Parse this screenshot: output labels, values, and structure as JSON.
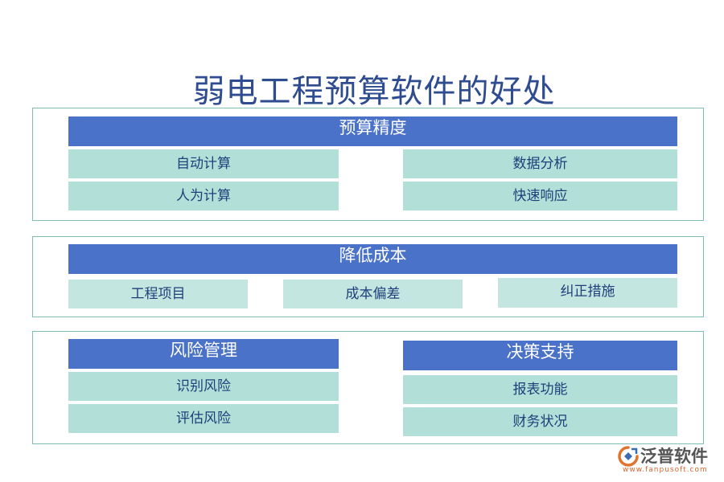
{
  "title": "弱电工程预算软件的好处",
  "sections": {
    "precision": {
      "header": "预算精度",
      "left": [
        "自动计算",
        "人为计算"
      ],
      "right": [
        "数据分析",
        "快速响应"
      ]
    },
    "cost": {
      "header": "降低成本",
      "items": [
        "工程项目",
        "成本偏差",
        "纠正措施"
      ]
    },
    "risk": {
      "header": "风险管理",
      "items": [
        "识别风险",
        "评估风险"
      ]
    },
    "decision": {
      "header": "决策支持",
      "items": [
        "报表功能",
        "财务状况"
      ]
    }
  },
  "logo": {
    "name": "泛普软件",
    "url": "www.fanpusoft.com",
    "icon": "fanpu-logo-icon",
    "colors": {
      "orange": "#e0742e",
      "blue": "#3d6bb3"
    }
  },
  "colors": {
    "title": "#2e4c8f",
    "header_bar": "#4a72c9",
    "cell": "#b2dfd7",
    "border": "#7fbfb3"
  }
}
